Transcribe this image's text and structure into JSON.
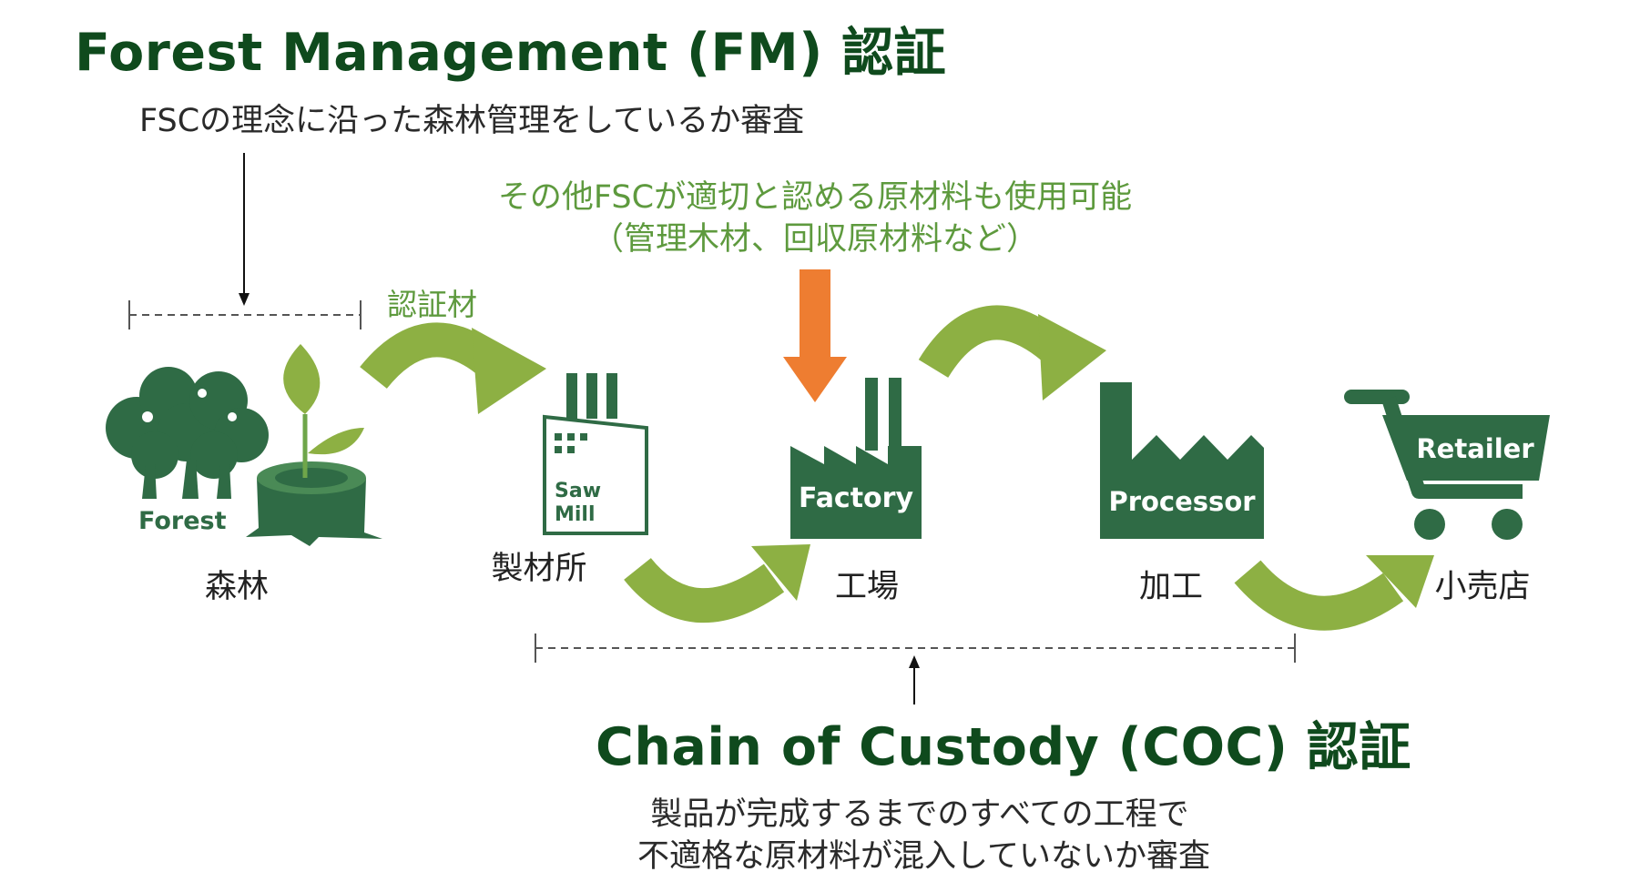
{
  "fm": {
    "title": "Forest Management (FM) 認証",
    "description": "FSCの理念に沿った森林管理をしているか審査"
  },
  "other_materials": {
    "line1": "その他FSCが適切と認める原材料も使用可能",
    "line2": "（管理木材、回収原材料など）"
  },
  "certified_material_label": "認証材",
  "nodes": {
    "forest": {
      "icon_text": "Forest",
      "label": "森林"
    },
    "sawmill": {
      "icon_text_1": "Saw",
      "icon_text_2": "Mill",
      "label": "製材所"
    },
    "factory": {
      "icon_text": "Factory",
      "label": "工場"
    },
    "processor": {
      "icon_text": "Processor",
      "label": "加工"
    },
    "retailer": {
      "icon_text": "Retailer",
      "label": "小売店"
    }
  },
  "coc": {
    "title": "Chain of Custody (COC) 認証",
    "line1": "製品が完成するまでのすべての工程で",
    "line2": "不適格な原材料が混入していないか審査"
  },
  "colors": {
    "dark_green": "#0f4a1d",
    "icon_green": "#2f6b45",
    "arrow_green": "#8db043",
    "orange": "#ee7d31",
    "note_green": "#5e9a3e"
  }
}
